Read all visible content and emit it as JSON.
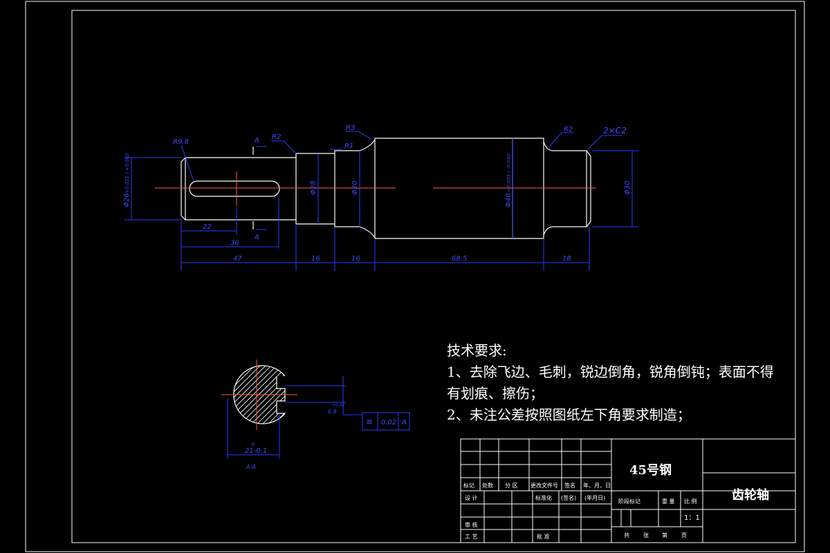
{
  "main_view": {
    "dims": {
      "r_keyway": "R9.8",
      "r2_a": "R2",
      "r3": "R3",
      "r1": "R1",
      "r2_b": "R2",
      "chamfer": "2×C2",
      "d_left": "Φ26",
      "d_left_tol": "+0.015 / +0.002",
      "d_mid1": "Φ28",
      "d_mid2": "Φ30",
      "d_big": "Φ40",
      "d_big_tol": "+0.025 / -0.040",
      "d_right": "Φ30",
      "len_22": "22",
      "len_36": "36",
      "len_47": "47",
      "len_16a": "16",
      "len_16b": "16",
      "len_685": "68.5",
      "len_18": "18",
      "section_mark": "A"
    }
  },
  "section_view": {
    "width_dim": "21-0.1",
    "width_tol": "0",
    "depth_dim": "6.8",
    "depth_tol": "+0.02",
    "sym_symbol": "≡",
    "sym_value": "0.02",
    "sym_datum": "A",
    "label": "A-A"
  },
  "notes": {
    "heading": "技术要求:",
    "line1": "1、去除飞边、毛刺，锐边倒角，锐角倒钝；表面不得",
    "line2": "有划痕、擦伤；",
    "line3": "2、未注公差按照图纸左下角要求制造；"
  },
  "title_block": {
    "material": "45号钢",
    "part_name": "齿轮轴",
    "row_headers": [
      "标记",
      "处数",
      "分 区",
      "更改文件号",
      "签名",
      "年、月、日"
    ],
    "design": "设 计",
    "standardize": "标准化",
    "sign": "(签名)",
    "date": "(年月日)",
    "stage_label": "阶段标记",
    "weight": "重 量",
    "scale_label": "比 例",
    "scale": "1：1",
    "review": "审 核",
    "process": "工 艺",
    "approve": "批 准",
    "total": "共",
    "sheets": "张",
    "sheet_no": "第",
    "page": "页"
  },
  "colors": {
    "background": "#000000",
    "line": "#ffffff",
    "dimension": "#2a3cff",
    "centerline": "#ff5a3c"
  }
}
